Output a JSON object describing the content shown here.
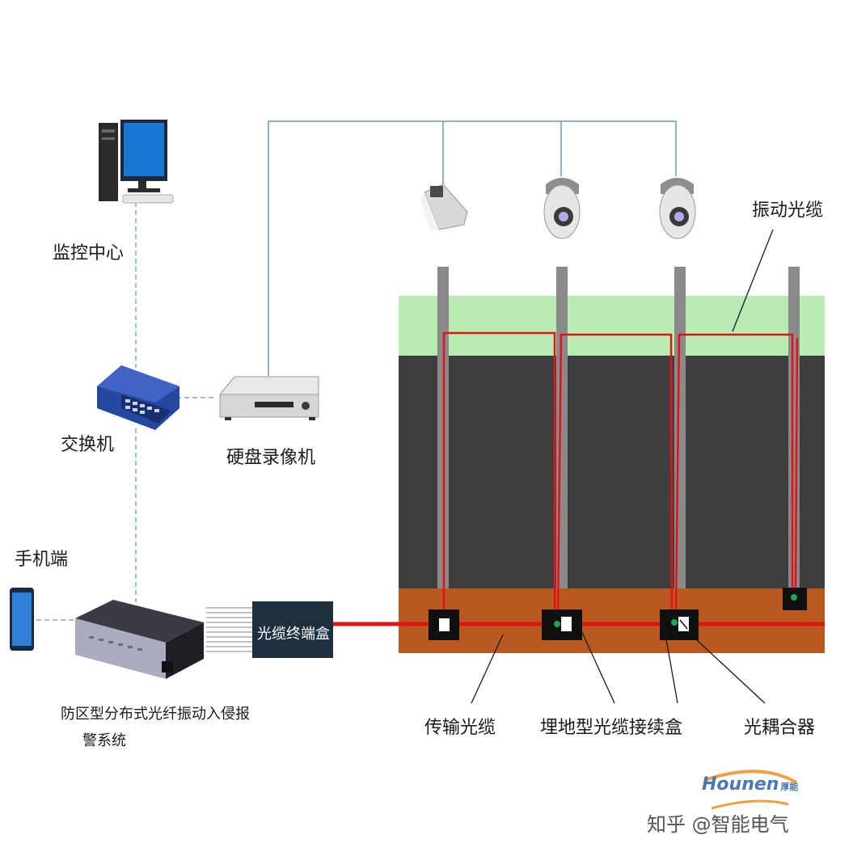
{
  "labels": {
    "monitor_center": "监控中心",
    "switch": "交换机",
    "nvr": "硬盘录像机",
    "mobile": "手机端",
    "host_line1": "防区型分布式光纤振动入侵报",
    "host_line2": "警系统",
    "terminal_box": "光缆终端盒",
    "vibration_cable": "振动光缆",
    "transmission_cable": "传输光缆",
    "splice_box": "埋地型光缆接续盒",
    "coupler": "光耦合器"
  },
  "watermark": {
    "brand": "Hounen",
    "brand_suffix": "厚能",
    "zhihu": "知乎 @智能电气"
  },
  "colors": {
    "grass": "#b9ecb4",
    "wall": "#3e3e3e",
    "soil": "#b85a22",
    "fiber": "#e01414",
    "network_line": "#6a9bbd",
    "dashed_line": "#7aa6c2",
    "box": "#101010",
    "terminal_box": "#1e2f3f"
  },
  "icons": [
    "computer-icon",
    "switch-icon",
    "nvr-icon",
    "phone-icon",
    "alarm-host-icon",
    "bullet-camera-icon",
    "dome-camera-icon",
    "fiber-bundle-icon"
  ]
}
